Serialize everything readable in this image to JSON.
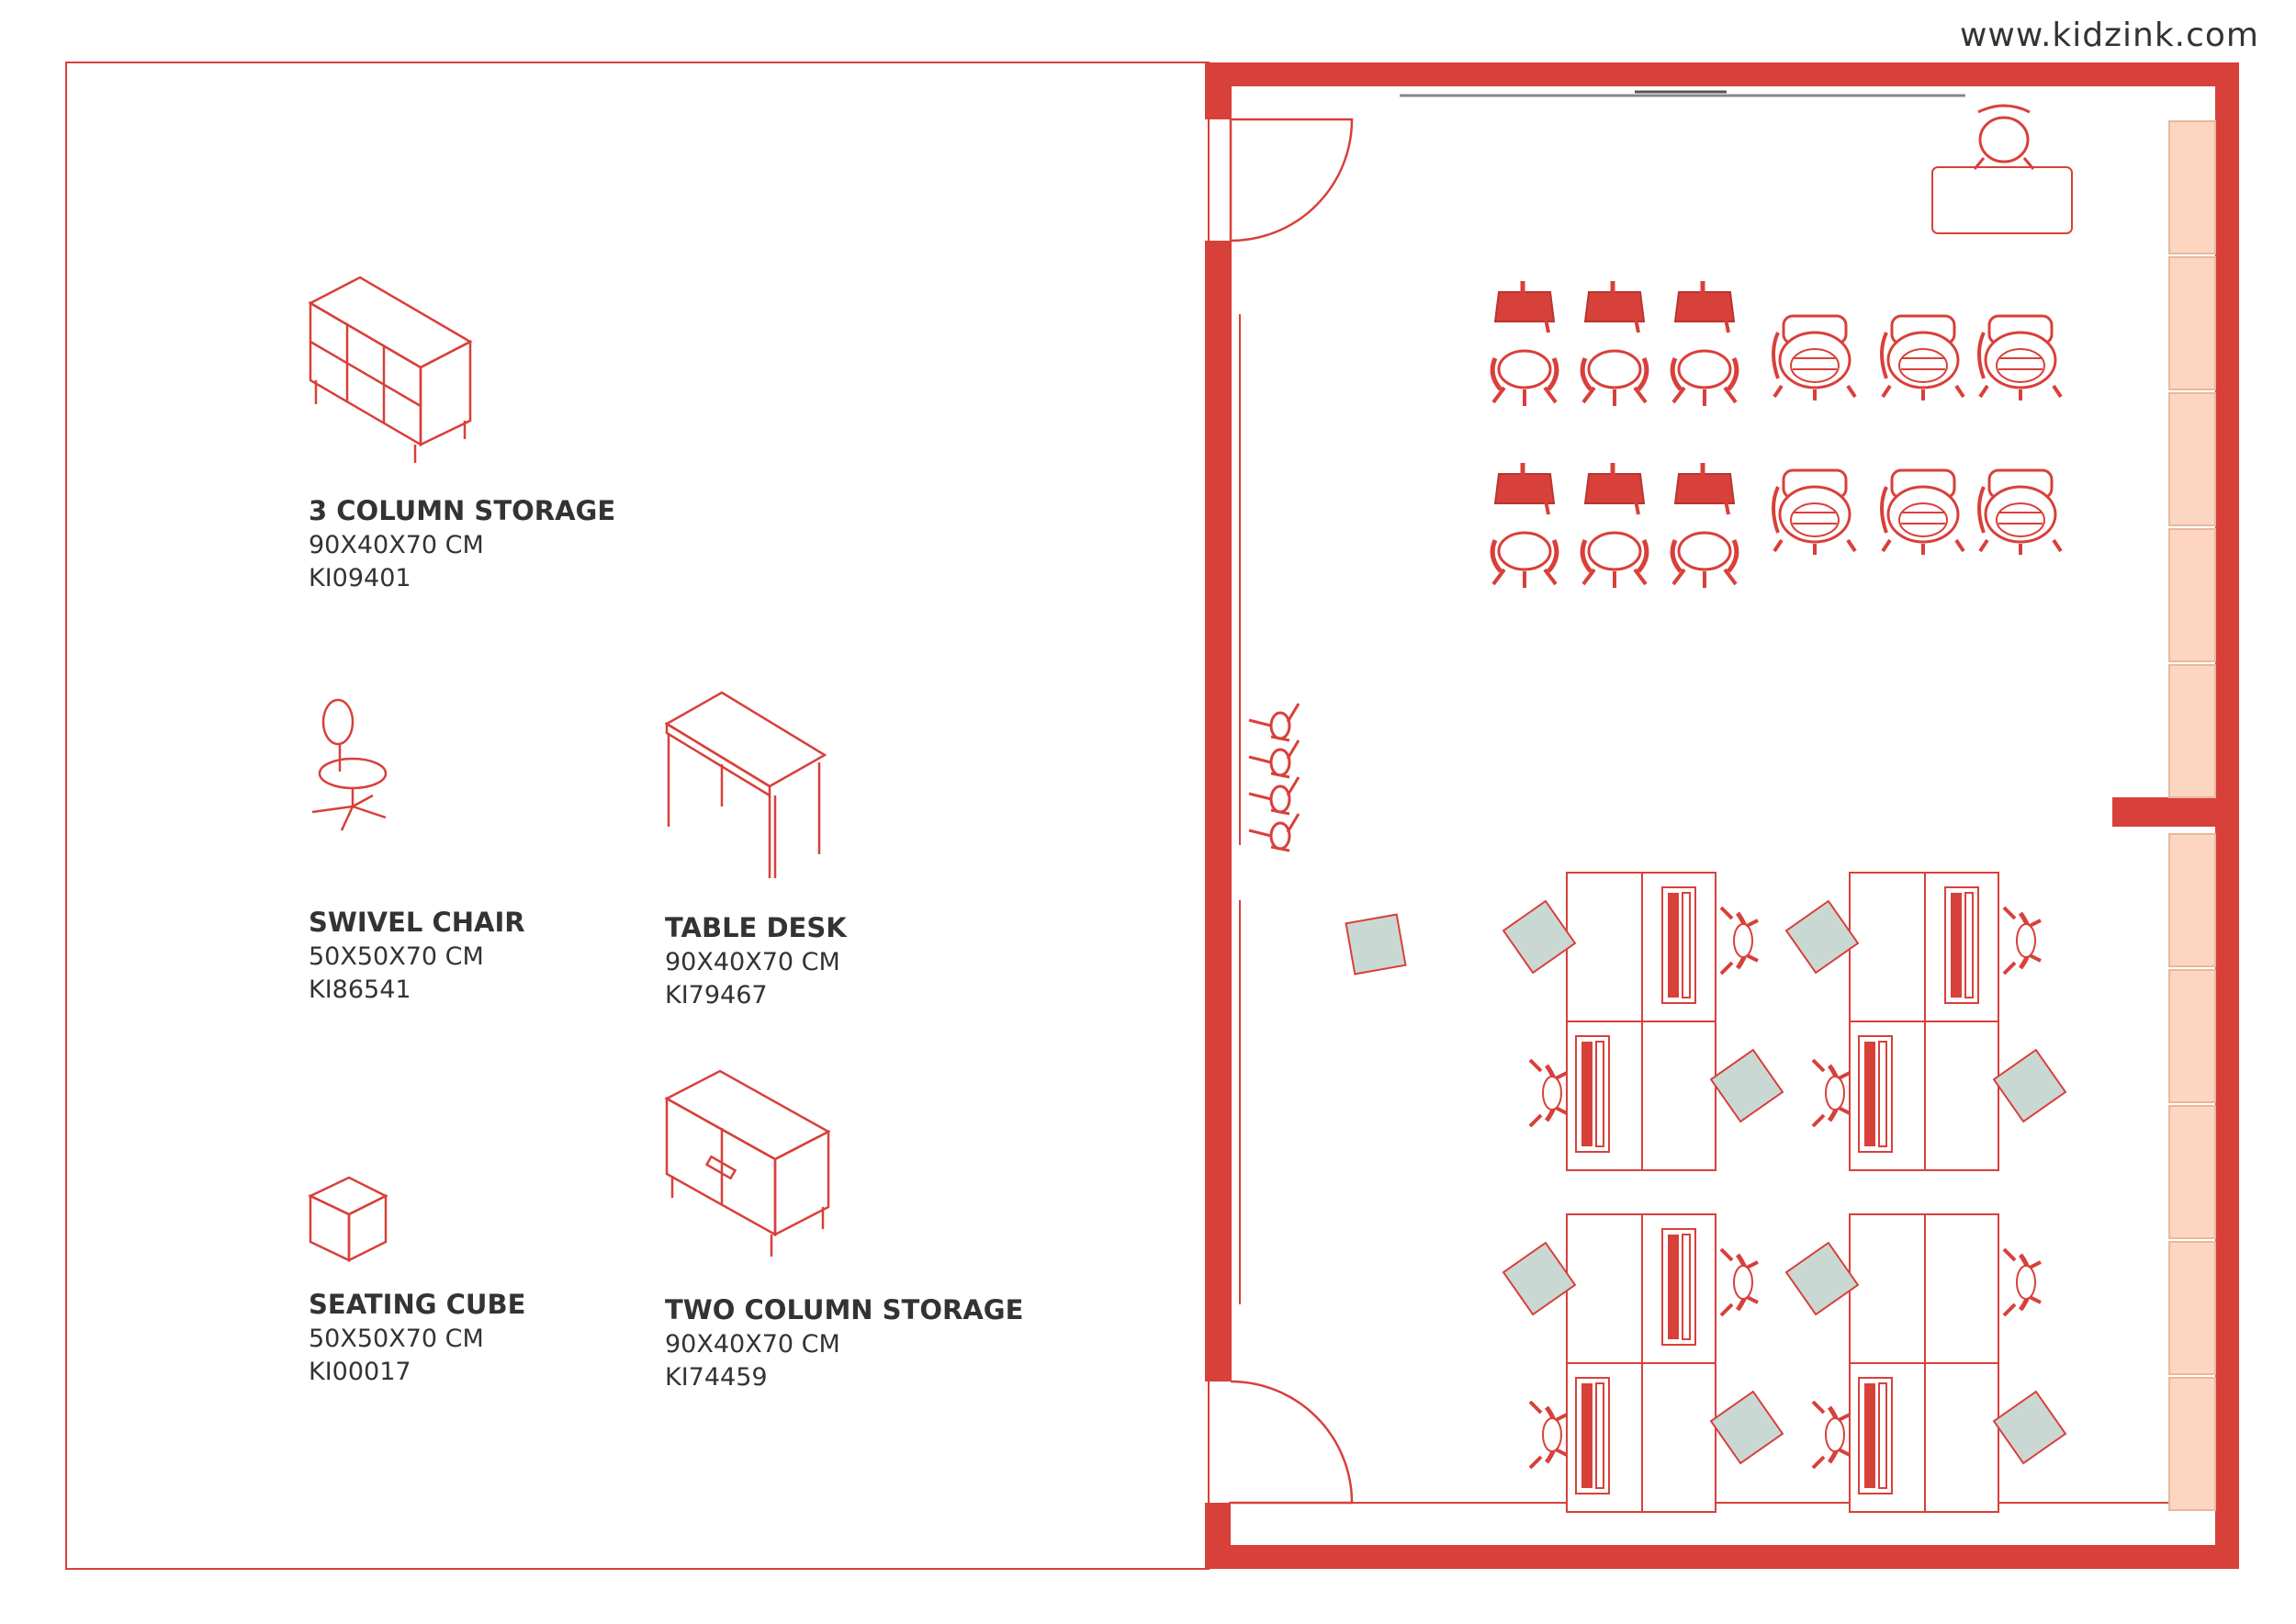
{
  "website": "www.kidzink.com",
  "colors": {
    "accent": "#d8403a",
    "wall": "#d8403a",
    "cushion": "#c9d8d3",
    "window": "#fcd6c0",
    "text": "#333333"
  },
  "legend": [
    {
      "id": "three-column-storage",
      "title": "3  COLUMN STORAGE",
      "dims": "90X40X70 CM",
      "code": "KI09401",
      "icon": "three-column-storage-icon"
    },
    {
      "id": "swivel-chair",
      "title": "SWIVEL CHAIR",
      "dims": "50X50X70 CM",
      "code": "KI86541",
      "icon": "swivel-chair-icon"
    },
    {
      "id": "table-desk",
      "title": "TABLE DESK",
      "dims": "90X40X70 CM",
      "code": "KI79467",
      "icon": "table-desk-icon"
    },
    {
      "id": "seating-cube",
      "title": "SEATING CUBE",
      "dims": "50X50X70 CM",
      "code": "KI00017",
      "icon": "seating-cube-icon"
    },
    {
      "id": "two-column-storage",
      "title": "TWO COLUMN STORAGE",
      "dims": "90X40X70 CM",
      "code": "KI74459",
      "icon": "two-column-storage-icon"
    }
  ],
  "floor_plan": {
    "classroom_rows": 2,
    "lecture_desks_per_row": 3,
    "tablet_chairs_per_row": 3,
    "computer_clusters": 4,
    "wall_chairs": 4,
    "window_panels": 10
  }
}
